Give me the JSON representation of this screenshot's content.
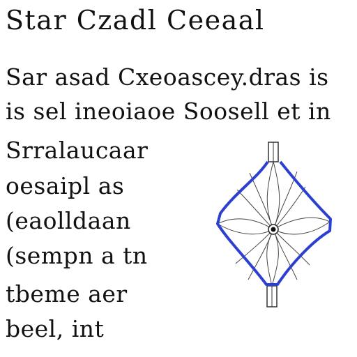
{
  "title": "Star Czadl Ceeaal",
  "intro": [
    "Sar asad Cxeoascey.dras is",
    "is sel ineoiaoe Soosell et in"
  ],
  "body": [
    "Srralaucaar",
    "oesaipl as",
    "(eaolldaan",
    "(sempn a tn",
    "tbeme aer",
    "beel, int"
  ],
  "diagram": {
    "icon": "star-flower-diamond-icon",
    "outline_color": "#2b3fd1",
    "line_color": "#333333"
  }
}
